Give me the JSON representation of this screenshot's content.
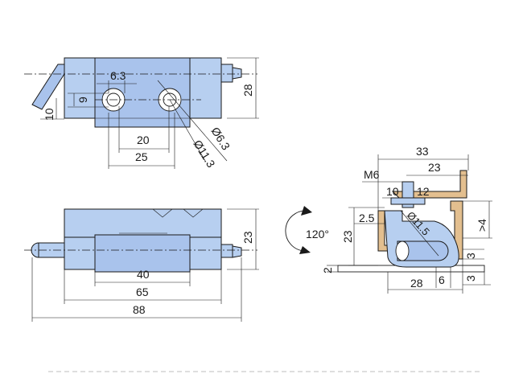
{
  "top_view": {
    "dim_width_slot": "6.3",
    "dim_hole_offset": "9",
    "dim_pin_height": "10",
    "dim_overall_height": "28",
    "dim_hole_spacing": "20",
    "dim_slot_span": "25",
    "dim_hole_dia": "Ø6.3",
    "dim_cbore_dia": "Ø11.3"
  },
  "front_view": {
    "dim_height": "23",
    "dim_barrel": "40",
    "dim_leaf": "65",
    "dim_overall": "88"
  },
  "side_view": {
    "dim_total_width": "33",
    "dim_bracket_width": "23",
    "dim_thread": "M6",
    "dim_a": "10",
    "dim_b": "12",
    "dim_offset": "2.5",
    "dim_pin_dia": "Ø11.5",
    "dim_height": "23",
    "dim_min": ">4",
    "dim_plate": "2",
    "dim_base": "28",
    "dim_gap3a": "3",
    "dim_gap3b": "3",
    "dim_six": "6",
    "rotation_label": "120°"
  },
  "colors": {
    "part_blue": "#b7cff0",
    "bracket_tan": "#e3bf8f"
  }
}
